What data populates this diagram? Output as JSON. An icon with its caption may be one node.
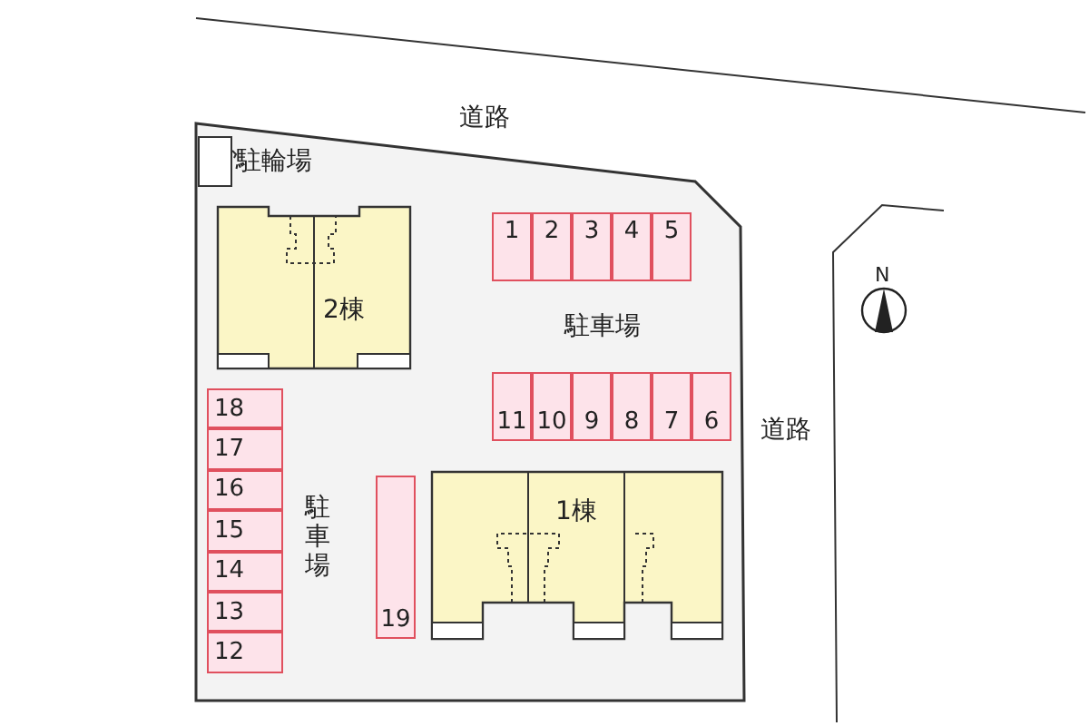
{
  "diagram": {
    "nodes": [
      {
        "text": [],
        "shape": "box"
      },
      {
        "text": [
          "駐輪場"
        ]
      },
      {
        "text": [
          "2棟"
        ]
      },
      {
        "text": [
          "1"
        ]
      },
      {
        "text": [
          "2"
        ]
      },
      {
        "text": [
          "3"
        ]
      },
      {
        "text": [
          "4"
        ]
      },
      {
        "text": [
          "5"
        ]
      },
      {
        "text": [
          "11"
        ]
      },
      {
        "text": [
          "10"
        ]
      },
      {
        "text": [
          "9"
        ]
      },
      {
        "text": [
          "8"
        ]
      },
      {
        "text": [
          "7"
        ]
      },
      {
        "text": [
          "6"
        ]
      },
      {
        "text": [
          "18"
        ]
      },
      {
        "text": [
          "17"
        ]
      },
      {
        "text": [
          "16"
        ]
      },
      {
        "text": [
          "15"
        ]
      },
      {
        "text": [
          "14"
        ]
      },
      {
        "text": [
          "13"
        ]
      },
      {
        "text": [
          "12"
        ]
      },
      {
        "text": [
          "19"
        ]
      },
      {
        "text": [
          "1棟"
        ]
      }
    ],
    "edges": [
      {
        "from": 1,
        "to": 0,
        "arrow": "none"
      }
    ],
    "labels": [
      "道路",
      "駐車場",
      "駐車場",
      "道路",
      "N"
    ]
  }
}
